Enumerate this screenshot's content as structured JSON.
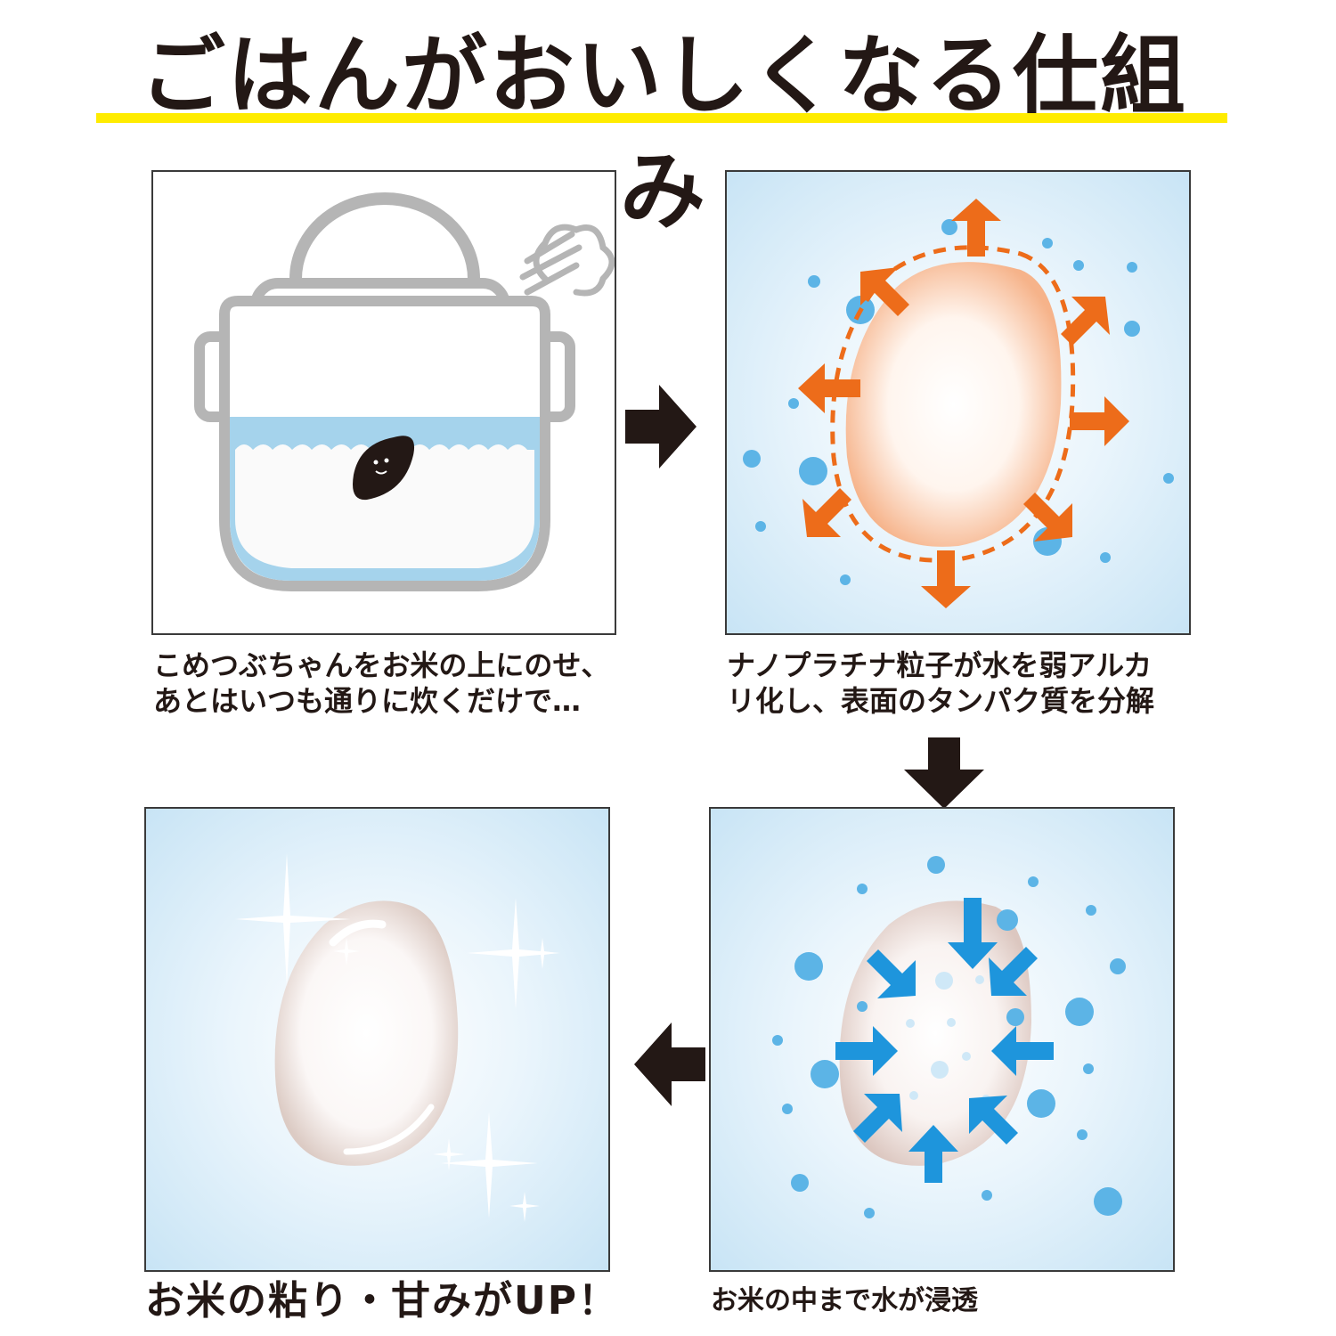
{
  "title": "ごはんがおいしくなる仕組み",
  "steps": [
    {
      "caption_line1": "こめつぶちゃんをお米の上にのせ、",
      "caption_line2": "あとはいつも通りに炊くだけで…"
    },
    {
      "caption_line1": "ナノプラチナ粒子が水を弱アルカ",
      "caption_line2": "リ化し、表面のタンパク質を分解"
    },
    {
      "caption": "お米の中まで水が浸透"
    },
    {
      "caption": "お米の粘り・甘みがUP！"
    }
  ],
  "colors": {
    "title_underline": "#ffec00",
    "arrow_orange": "#ed6c1a",
    "arrow_blue": "#1e95dc",
    "water": "#a5d3ec",
    "bubble": "#5cb4e6"
  }
}
